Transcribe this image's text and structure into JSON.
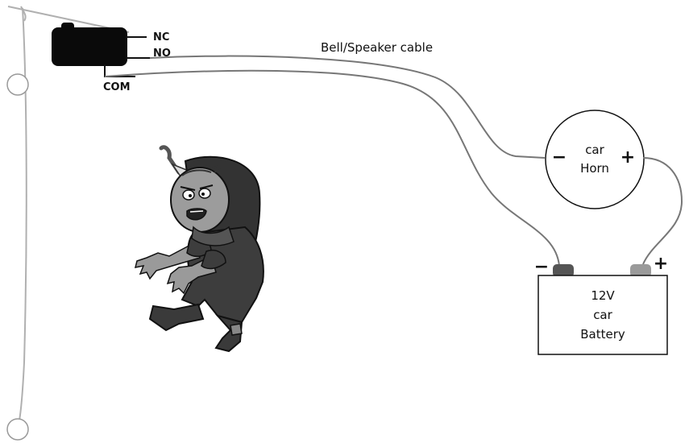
{
  "switch": {
    "nc_label": "NC",
    "no_label": "NO",
    "com_label": "COM"
  },
  "cable": {
    "label": "Bell/Speaker cable"
  },
  "horn": {
    "label_line1": "car",
    "label_line2": "Horn",
    "minus": "−",
    "plus": "+"
  },
  "battery": {
    "label_line1": "12V",
    "label_line2": "car",
    "label_line3": "Battery",
    "minus": "−",
    "plus": "+"
  },
  "colors": {
    "wire": "#777777",
    "line": "#111111",
    "tripwire": "#b0b0b0",
    "switch_body": "#0a0a0a",
    "terminal_negative": "#555555",
    "terminal_positive": "#9a9a9a"
  }
}
